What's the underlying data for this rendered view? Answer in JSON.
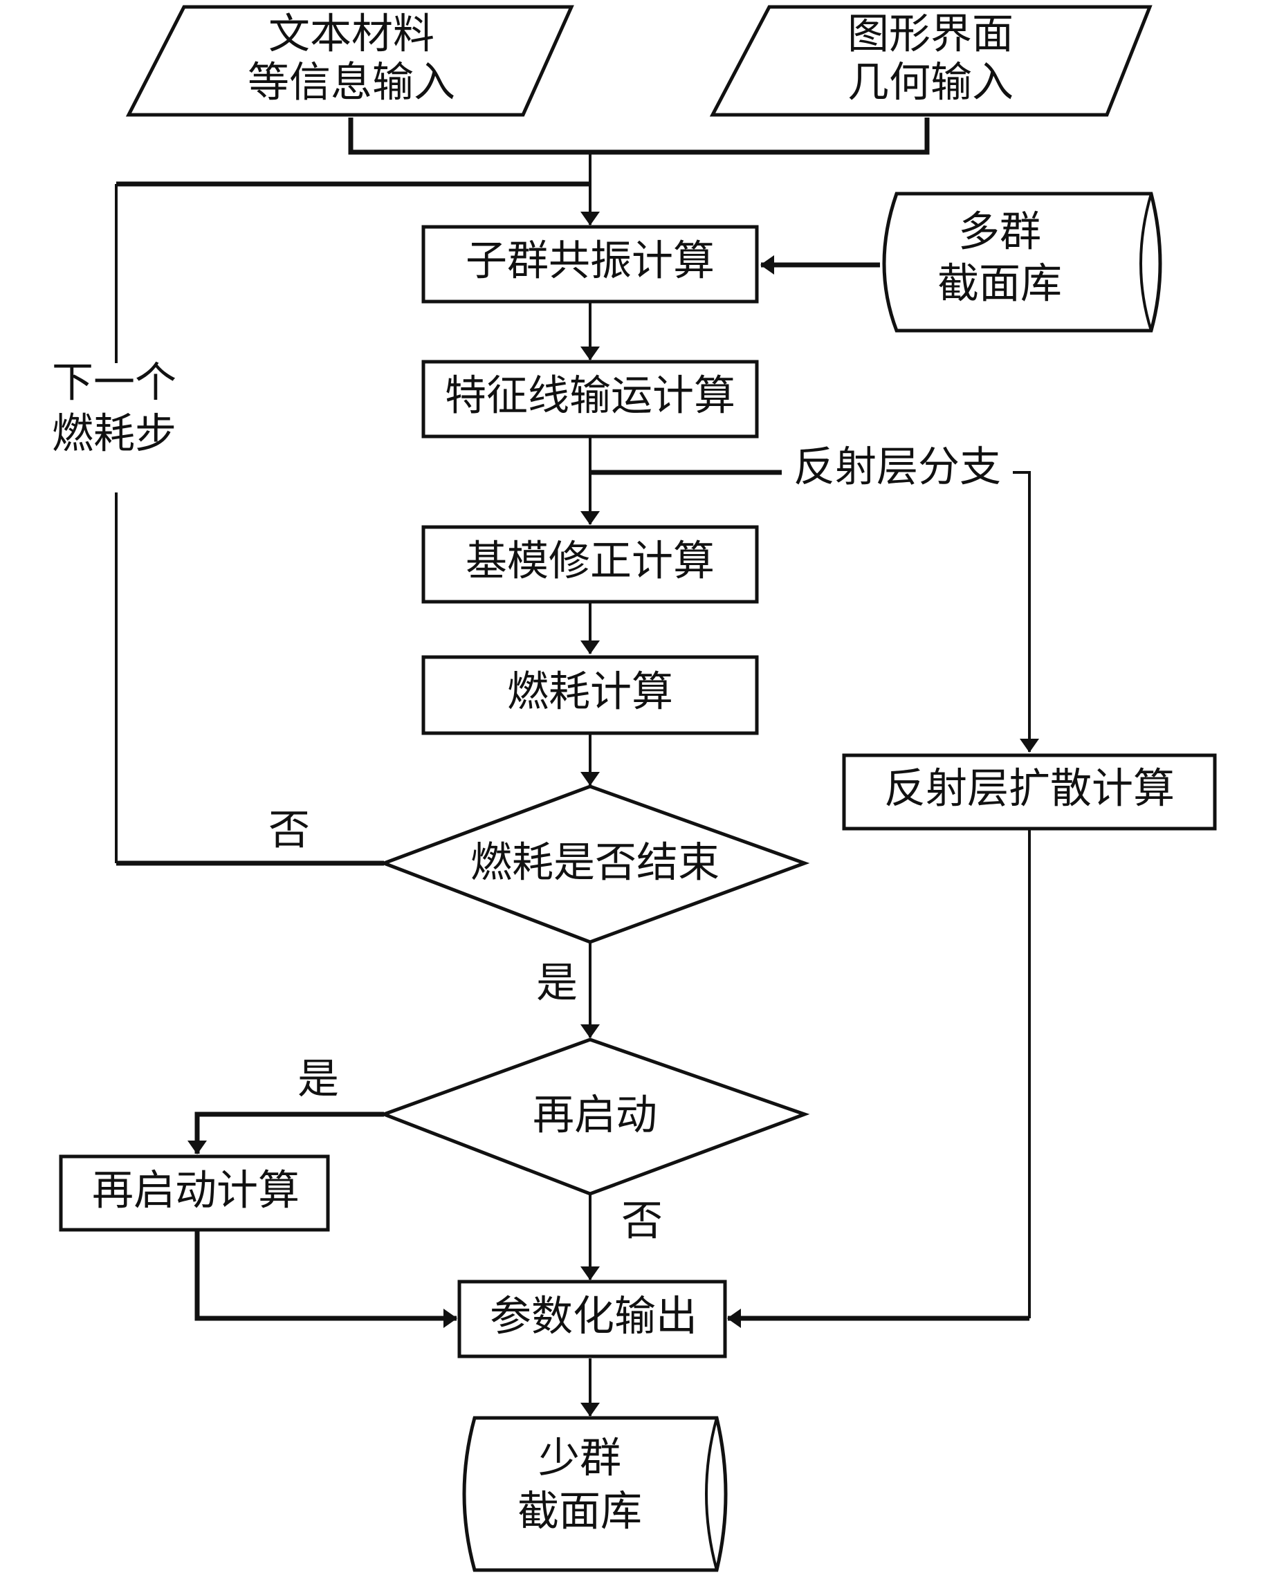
{
  "diagram": {
    "type": "flowchart",
    "nodes": {
      "input_text": {
        "line1": "文本材料",
        "line2": "等信息输入",
        "shape": "parallelogram"
      },
      "input_gui": {
        "line1": "图形界面",
        "line2": "几何输入",
        "shape": "parallelogram"
      },
      "multigroup_lib": {
        "line1": "多群",
        "line2": "截面库",
        "shape": "storage"
      },
      "subgroup": {
        "label": "子群共振计算",
        "shape": "process"
      },
      "moc": {
        "label": "特征线输运计算",
        "shape": "process"
      },
      "fundamental": {
        "label": "基模修正计算",
        "shape": "process"
      },
      "burnup": {
        "label": "燃耗计算",
        "shape": "process"
      },
      "burnup_end": {
        "label": "燃耗是否结束",
        "shape": "decision"
      },
      "restart": {
        "label": "再启动",
        "shape": "decision"
      },
      "restart_calc": {
        "label": "再启动计算",
        "shape": "process"
      },
      "reflector_diff": {
        "label": "反射层扩散计算",
        "shape": "process"
      },
      "param_output": {
        "label": "参数化输出",
        "shape": "process"
      },
      "fewgroup_lib": {
        "line1": "少群",
        "line2": "截面库",
        "shape": "storage"
      }
    },
    "edge_labels": {
      "next_step_line1": "下一个",
      "next_step_line2": "燃耗步",
      "reflector_branch": "反射层分支",
      "burnup_no": "否",
      "burnup_yes": "是",
      "restart_yes": "是",
      "restart_no": "否"
    },
    "edges": [
      {
        "from": "input_text",
        "to": "subgroup"
      },
      {
        "from": "input_gui",
        "to": "subgroup"
      },
      {
        "from": "multigroup_lib",
        "to": "subgroup"
      },
      {
        "from": "subgroup",
        "to": "moc"
      },
      {
        "from": "moc",
        "to": "fundamental"
      },
      {
        "from": "moc",
        "to": "reflector_diff",
        "label": "反射层分支"
      },
      {
        "from": "fundamental",
        "to": "burnup"
      },
      {
        "from": "burnup",
        "to": "burnup_end"
      },
      {
        "from": "burnup_end",
        "to": "subgroup",
        "label": "否"
      },
      {
        "from": "burnup_end",
        "to": "restart",
        "label": "是"
      },
      {
        "from": "restart",
        "to": "restart_calc",
        "label": "是"
      },
      {
        "from": "restart",
        "to": "param_output",
        "label": "否"
      },
      {
        "from": "restart_calc",
        "to": "param_output"
      },
      {
        "from": "reflector_diff",
        "to": "param_output"
      },
      {
        "from": "param_output",
        "to": "fewgroup_lib"
      }
    ]
  }
}
